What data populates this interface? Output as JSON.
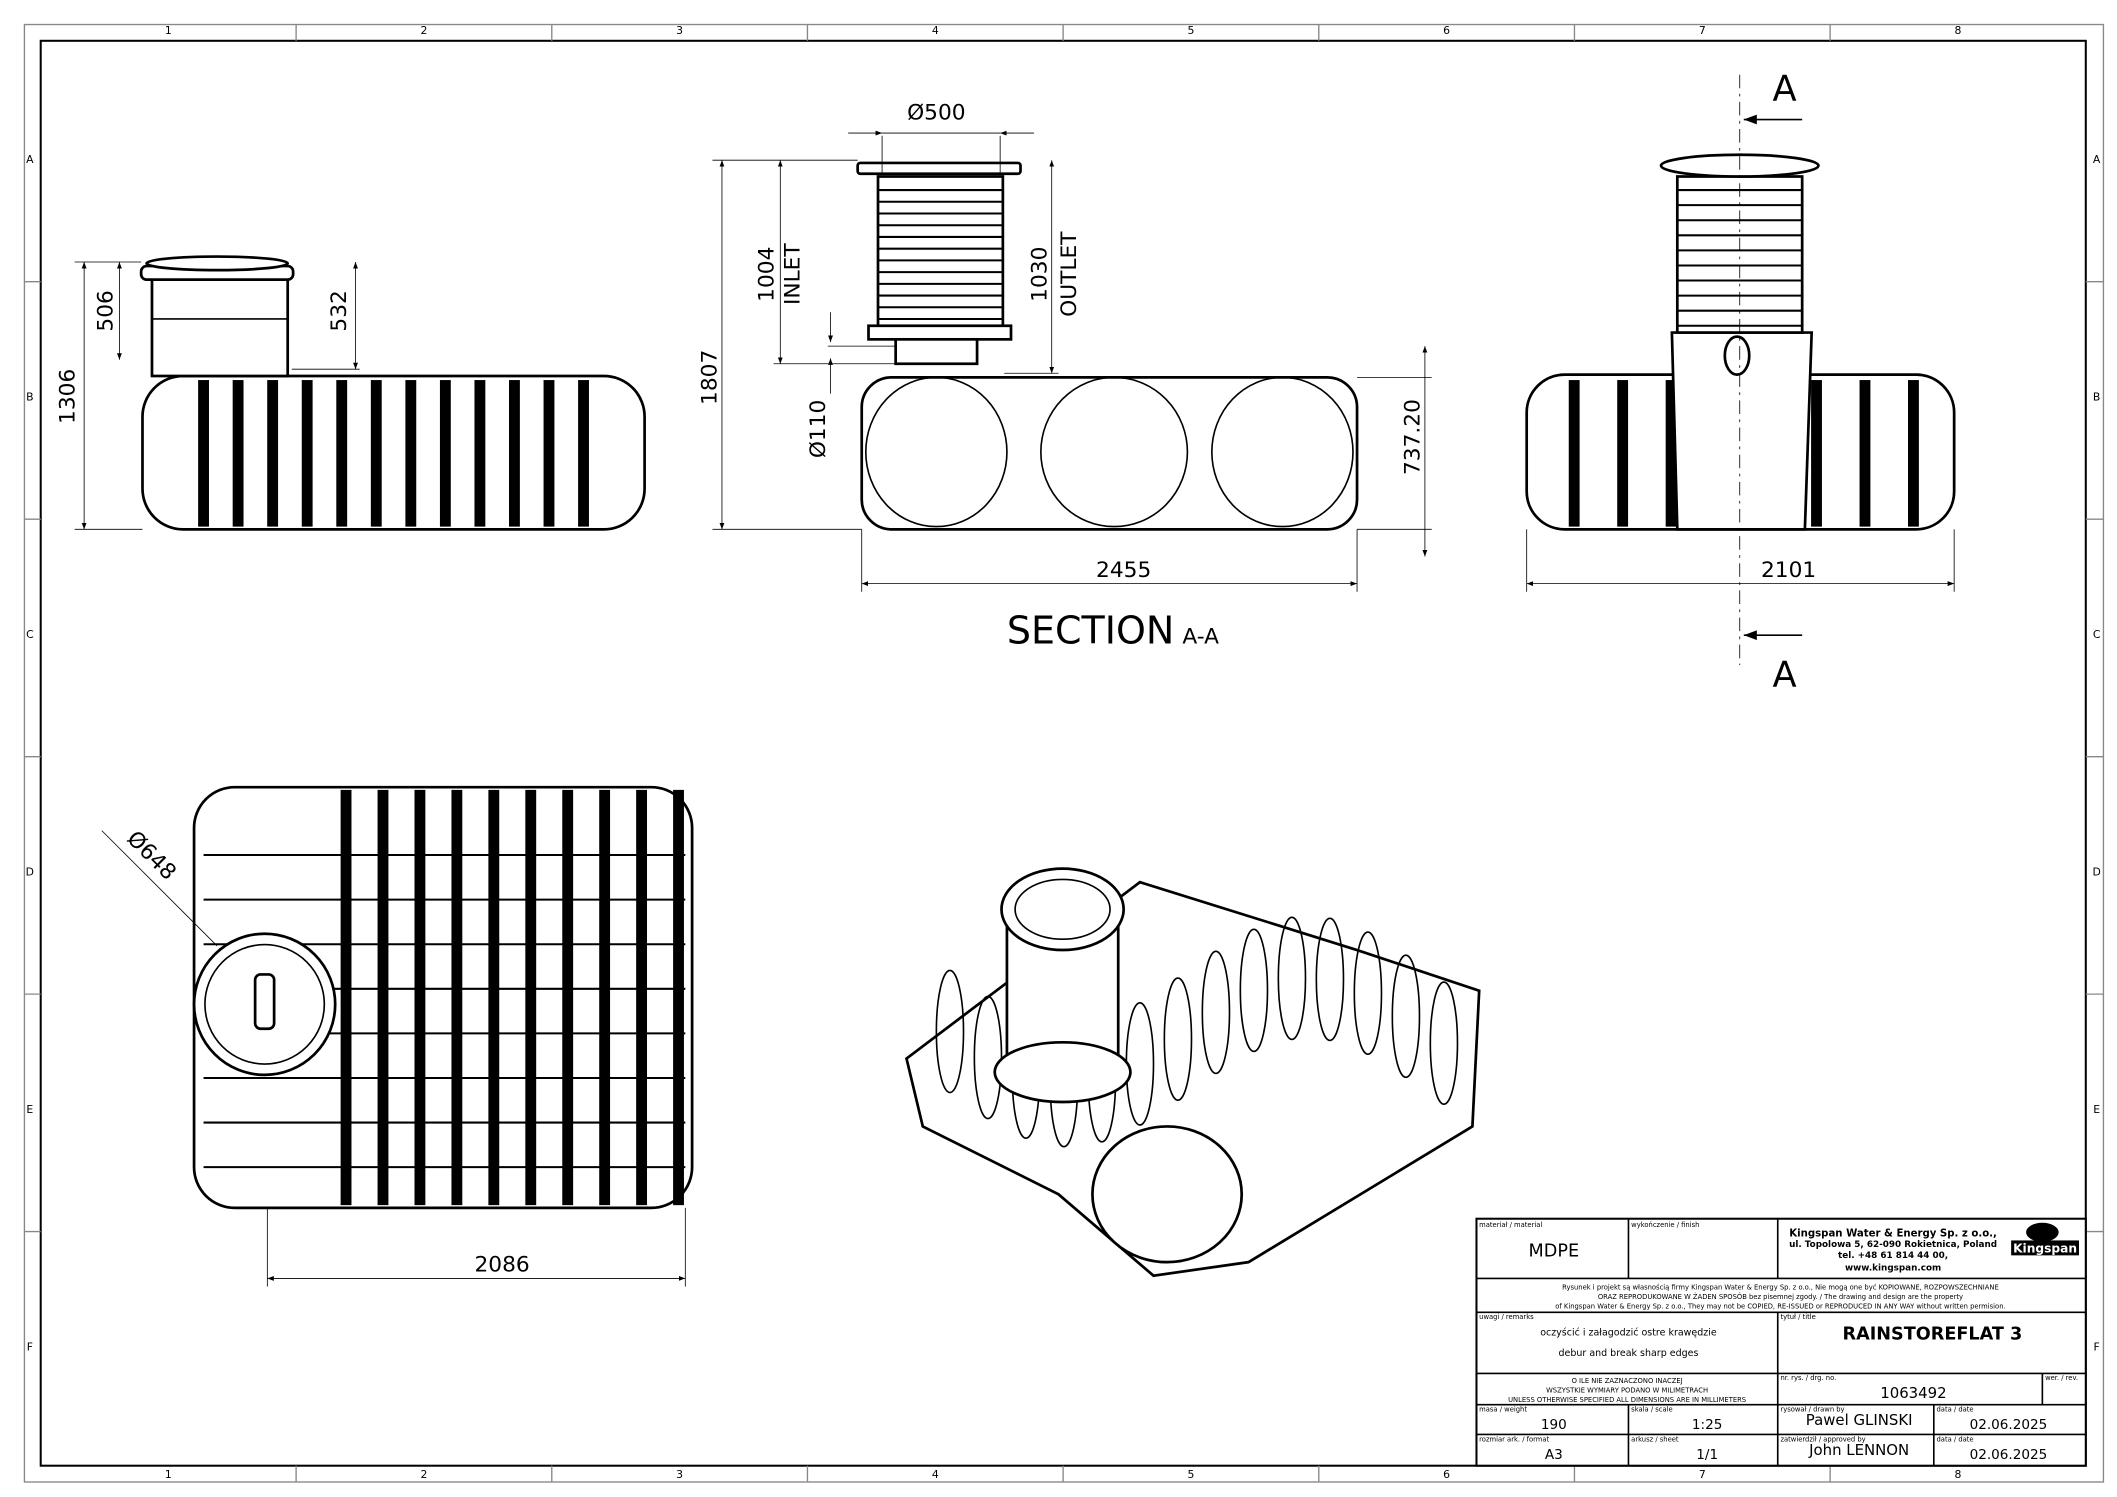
{
  "grid": {
    "columns": [
      "1",
      "2",
      "3",
      "4",
      "5",
      "6",
      "7",
      "8"
    ],
    "rows": [
      "A",
      "B",
      "C",
      "D",
      "E",
      "F"
    ]
  },
  "views": {
    "left": {
      "dim_height": "1306",
      "dim_riser": "506",
      "dim_riser2": "532"
    },
    "section": {
      "dim_lid": "Ø500",
      "dim_total": "1807",
      "dim_inlet": "1004",
      "inlet_label": "INLET",
      "dim_outlet": "1030",
      "outlet_label": "OUTLET",
      "dim_pipe": "Ø110",
      "dim_body": "737.20",
      "dim_length": "2455",
      "title": "SECTION",
      "title_suffix": "A-A"
    },
    "right": {
      "dim_width": "2101",
      "section_mark_top": "A",
      "section_mark_bottom": "A"
    },
    "top": {
      "dim_cover": "Ø648",
      "dim_width": "2086"
    }
  },
  "title_block": {
    "material_label": "materiał / material",
    "material": "MDPE",
    "finish_label": "wykończenie / finish",
    "finish": "",
    "company": {
      "name": "Kingspan Water & Energy Sp. z o.o.,",
      "address": "ul. Topolowa 5, 62-090 Rokietnica, Poland",
      "phone": "tel. +48 61 814 44 00,",
      "web": "www.kingspan.com",
      "logo": "Kingspan"
    },
    "copyright": [
      "Rysunek i projekt są własnością firmy Kingspan Water & Energy Sp. z o.o., Nie mogą one być KOPIOWANE, ROZPOWSZECHNIANE",
      "ORAZ REPRODUKOWANE W ŻADEN SPOSÓB bez pisemnej zgody. / The drawing and design are the property",
      "of Kingspan Water & Energy Sp. z o.o., They may not be COPIED, RE-ISSUED or REPRODUCED IN ANY WAY without written permision."
    ],
    "remarks_label": "uwagi / remarks",
    "remarks_pl": "oczyścić i załagodzić ostre krawędzie",
    "remarks_en": "debur and break sharp edges",
    "title_label": "tytuł / title",
    "title": "RAINSTOREFLAT 3",
    "units_note": [
      "O ILE NIE ZAZNACZONO INACZEJ",
      "WSZYSTKIE WYMIARY PODANO W MILIMETRACH",
      "UNLESS OTHERWISE SPECIFIED ALL DIMENSIONS ARE IN MILLIMETERS"
    ],
    "drg_no_label": "nr. rys. / drg. no.",
    "drg_no": "1063492",
    "rev_label": "wer. / rev.",
    "weight_label": "masa / weight",
    "weight": "190",
    "scale_label": "skala / scale",
    "scale": "1:25",
    "drawn_by_label": "rysował / drawn by",
    "drawn_by": "Pawel GLINSKI",
    "date_label": "data / date",
    "drawn_date": "02.06.2025",
    "format_label": "rozmiar ark. / format",
    "format": "A3",
    "sheet_label": "arkusz / sheet",
    "sheet": "1/1",
    "approved_by_label": "zatwierdził / approved by",
    "approved_by": "John LENNON",
    "approved_date": "02.06.2025"
  }
}
